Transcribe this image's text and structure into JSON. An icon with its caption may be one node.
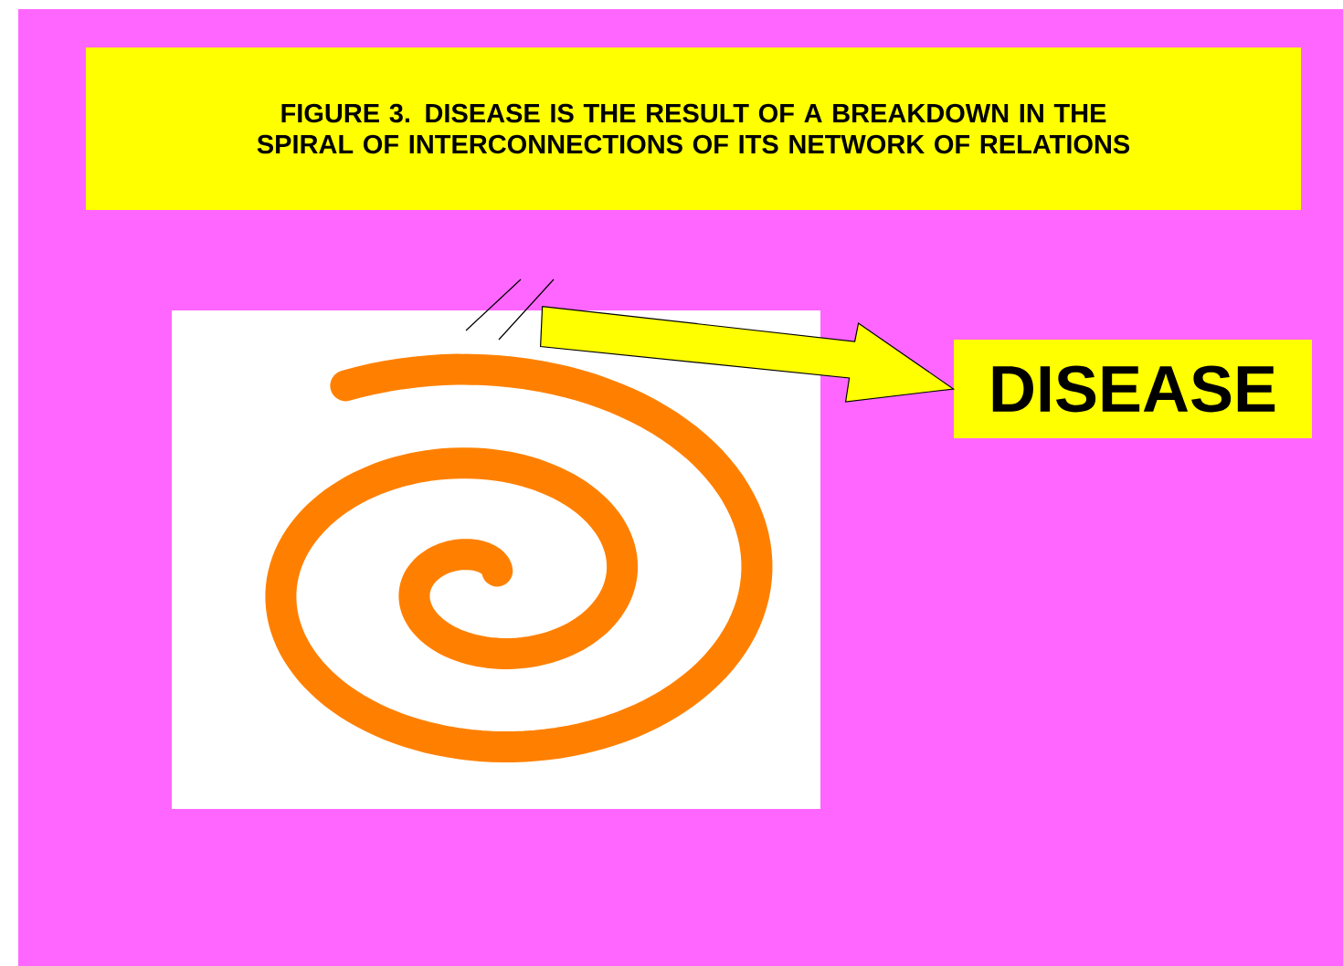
{
  "diagram": {
    "title": "FIGURE 3. DISEASE IS THE RESULT OF A BREAKDOWN IN THE SPIRAL OF INTERCONNECTIONS OF ITS NETWORK OF RELATIONS",
    "nodes": [
      {
        "text": [],
        "shape": "picture"
      },
      {
        "text": [
          "DISEASE"
        ]
      }
    ],
    "edges": [
      {
        "from": 0,
        "to": 1,
        "arrow": "to"
      }
    ]
  }
}
